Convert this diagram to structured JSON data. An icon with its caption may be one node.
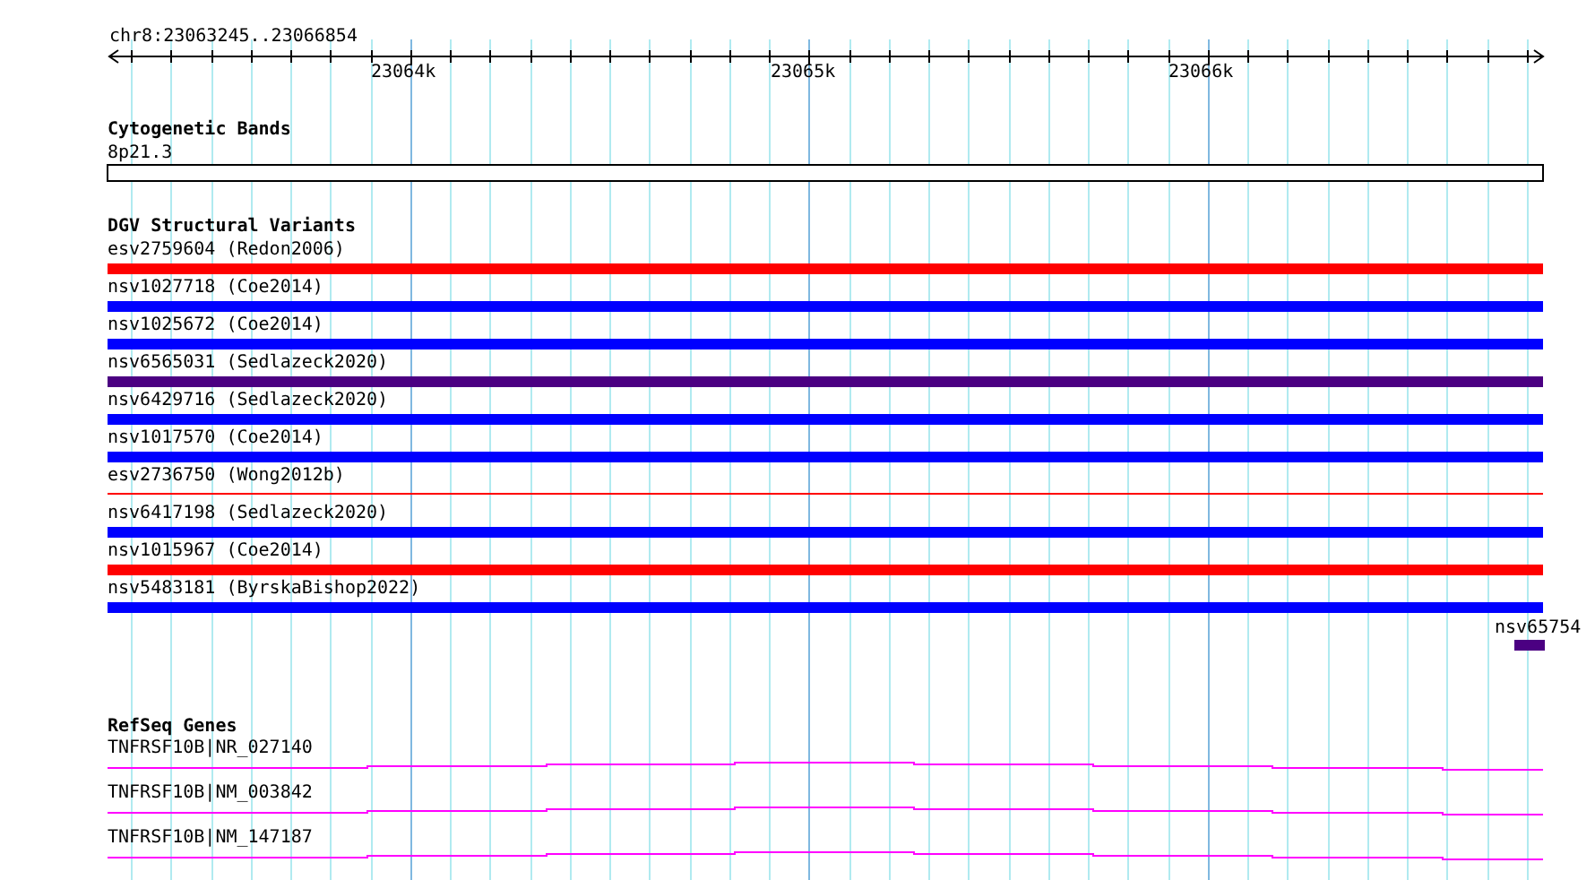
{
  "diagram": {
    "labels": [
      "chr8:23063245..23066854",
      "23064k",
      "23065k",
      "23066k",
      "Cytogenetic Bands",
      "8p21.3",
      "DGV Structural Variants",
      "esv2759604 (Redon2006)",
      "nsv1027718 (Coe2014)",
      "nsv1025672 (Coe2014)",
      "nsv6565031 (Sedlazeck2020)",
      "nsv6429716 (Sedlazeck2020)",
      "nsv1017570 (Coe2014)",
      "esv2736750 (Wong2012b)",
      "nsv6417198 (Sedlazeck2020)",
      "nsv1015967 (Coe2014)",
      "nsv5483181 (ByrskaBishop2022)",
      "nsv65754",
      "RefSeq Genes",
      "TNFRSF10B|NR_027140",
      "TNFRSF10B|NM_003842",
      "TNFRSF10B|NM_147187"
    ]
  }
}
